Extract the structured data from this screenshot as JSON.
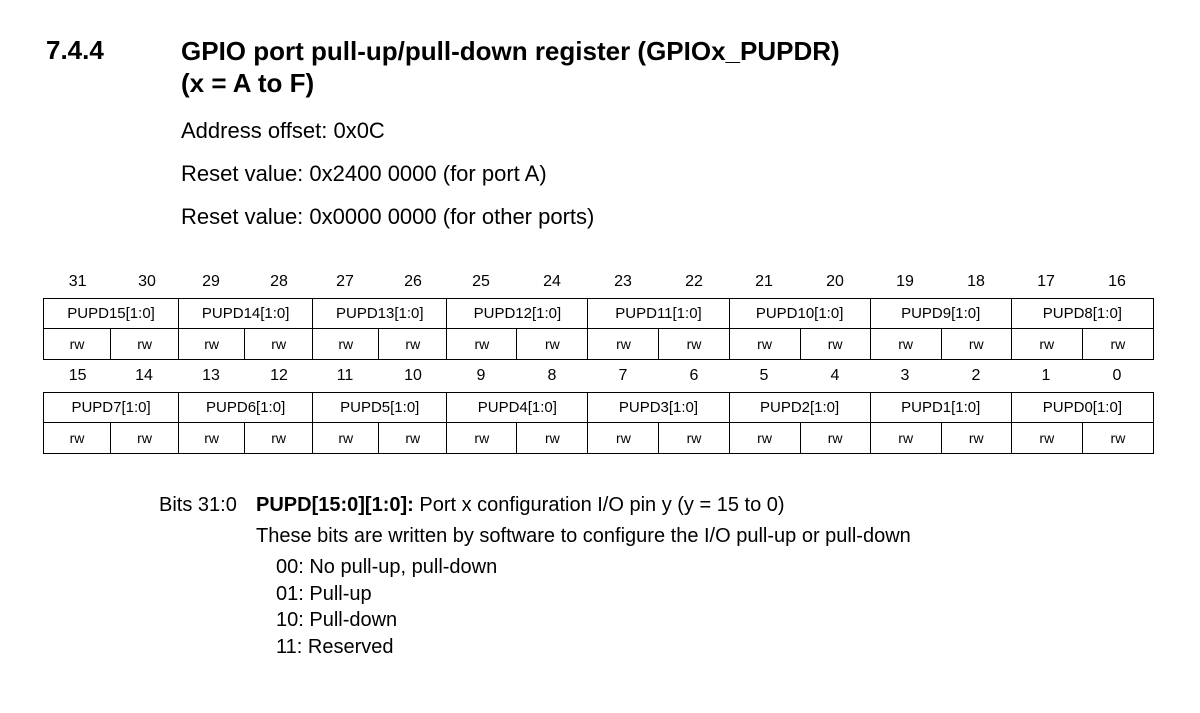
{
  "section": {
    "number": "7.4.4",
    "title_line1": "GPIO port pull-up/pull-down register (GPIOx_PUPDR)",
    "title_line2": "(x = A to F)"
  },
  "info": {
    "address_offset": "Address offset: 0x0C",
    "reset_port_a": "Reset value: 0x2400 0000 (for port A)",
    "reset_other": "Reset value: 0x0000 0000 (for other ports)"
  },
  "register_high": {
    "bit_numbers": [
      "31",
      "30",
      "29",
      "28",
      "27",
      "26",
      "25",
      "24",
      "23",
      "22",
      "21",
      "20",
      "19",
      "18",
      "17",
      "16"
    ],
    "fields": [
      "PUPD15[1:0]",
      "PUPD14[1:0]",
      "PUPD13[1:0]",
      "PUPD12[1:0]",
      "PUPD11[1:0]",
      "PUPD10[1:0]",
      "PUPD9[1:0]",
      "PUPD8[1:0]"
    ],
    "access": [
      "rw",
      "rw",
      "rw",
      "rw",
      "rw",
      "rw",
      "rw",
      "rw",
      "rw",
      "rw",
      "rw",
      "rw",
      "rw",
      "rw",
      "rw",
      "rw"
    ]
  },
  "register_low": {
    "bit_numbers": [
      "15",
      "14",
      "13",
      "12",
      "11",
      "10",
      "9",
      "8",
      "7",
      "6",
      "5",
      "4",
      "3",
      "2",
      "1",
      "0"
    ],
    "fields": [
      "PUPD7[1:0]",
      "PUPD6[1:0]",
      "PUPD5[1:0]",
      "PUPD4[1:0]",
      "PUPD3[1:0]",
      "PUPD2[1:0]",
      "PUPD1[1:0]",
      "PUPD0[1:0]"
    ],
    "access": [
      "rw",
      "rw",
      "rw",
      "rw",
      "rw",
      "rw",
      "rw",
      "rw",
      "rw",
      "rw",
      "rw",
      "rw",
      "rw",
      "rw",
      "rw",
      "rw"
    ]
  },
  "description": {
    "bits": "Bits 31:0",
    "field_name": "PUPD[15:0][1:0]:",
    "field_summary": "Port x configuration I/O pin y (y = 15 to 0)",
    "text": "These bits are written by software to configure the I/O pull-up or pull-down",
    "values": [
      "00: No pull-up, pull-down",
      "01: Pull-up",
      "10: Pull-down",
      "11: Reserved"
    ]
  }
}
